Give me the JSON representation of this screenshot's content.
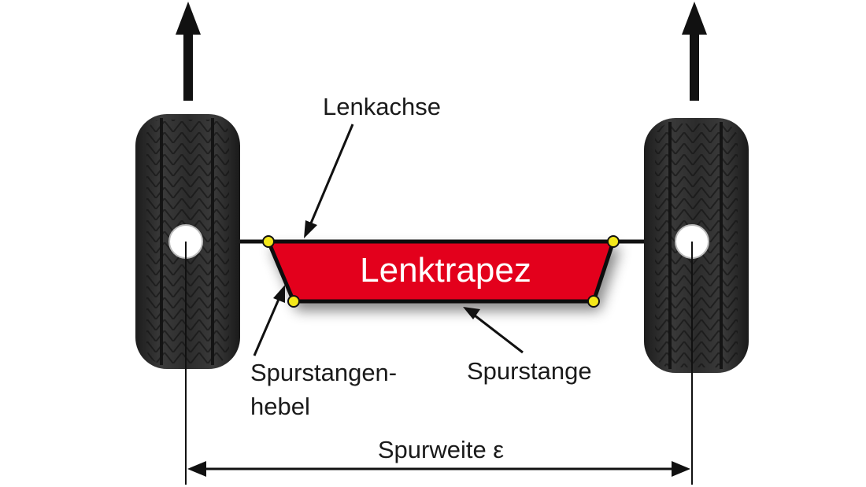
{
  "labels": {
    "steering_axis": "Lenkachse",
    "trapezoid": "Lenktrapez",
    "tie_rod_lever_1": "Spurstangen-",
    "tie_rod_lever_2": "hebel",
    "tie_rod": "Spurstange",
    "track_width": "Spurweite ε"
  },
  "colors": {
    "trapezoid_fill": "#e3001b",
    "joint": "#f4e81a",
    "tire": "#2b2b2b",
    "line": "#111111"
  },
  "icons": [
    "direction-arrow-icon",
    "tire-icon",
    "joint-icon"
  ]
}
